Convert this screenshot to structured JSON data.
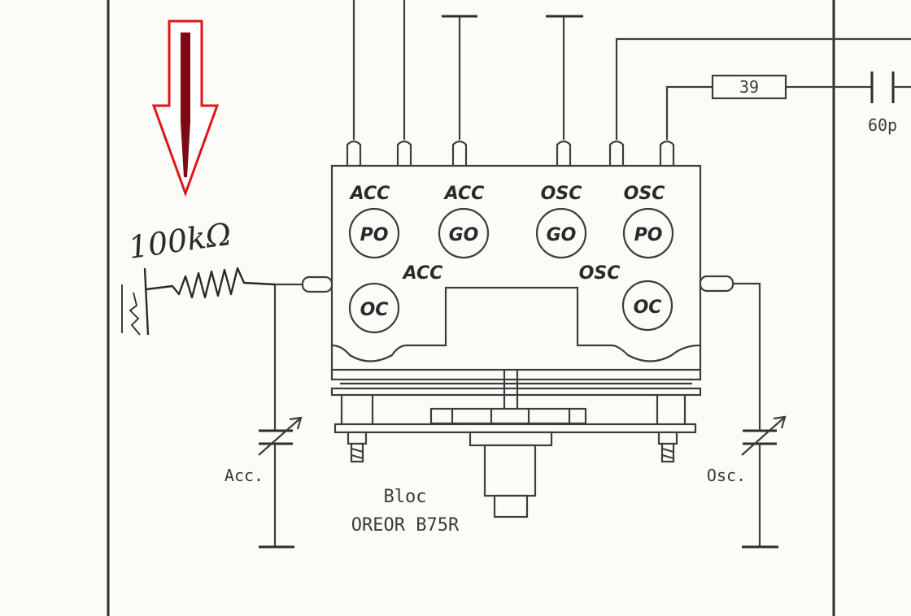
{
  "annotation": {
    "arrow_color": "#e0151b",
    "arrow_fill": "#7a0a14",
    "handwritten_value": "100kΩ"
  },
  "block": {
    "label_line1": "Bloc",
    "label_line2": "OREOR B75R",
    "coils_top": [
      {
        "top": "ACC",
        "inner": "PO"
      },
      {
        "top": "ACC",
        "inner": "GO"
      },
      {
        "top": "OSC",
        "inner": "GO"
      },
      {
        "top": "OSC",
        "inner": "PO"
      }
    ],
    "coils_bottom": [
      {
        "top": "ACC",
        "inner": "OC"
      },
      {
        "top": "OSC",
        "inner": "OC"
      }
    ]
  },
  "components": {
    "resistor_value": "39",
    "capacitor_value": "60p",
    "var_cap_left": "Acc.",
    "var_cap_right": "Osc."
  }
}
